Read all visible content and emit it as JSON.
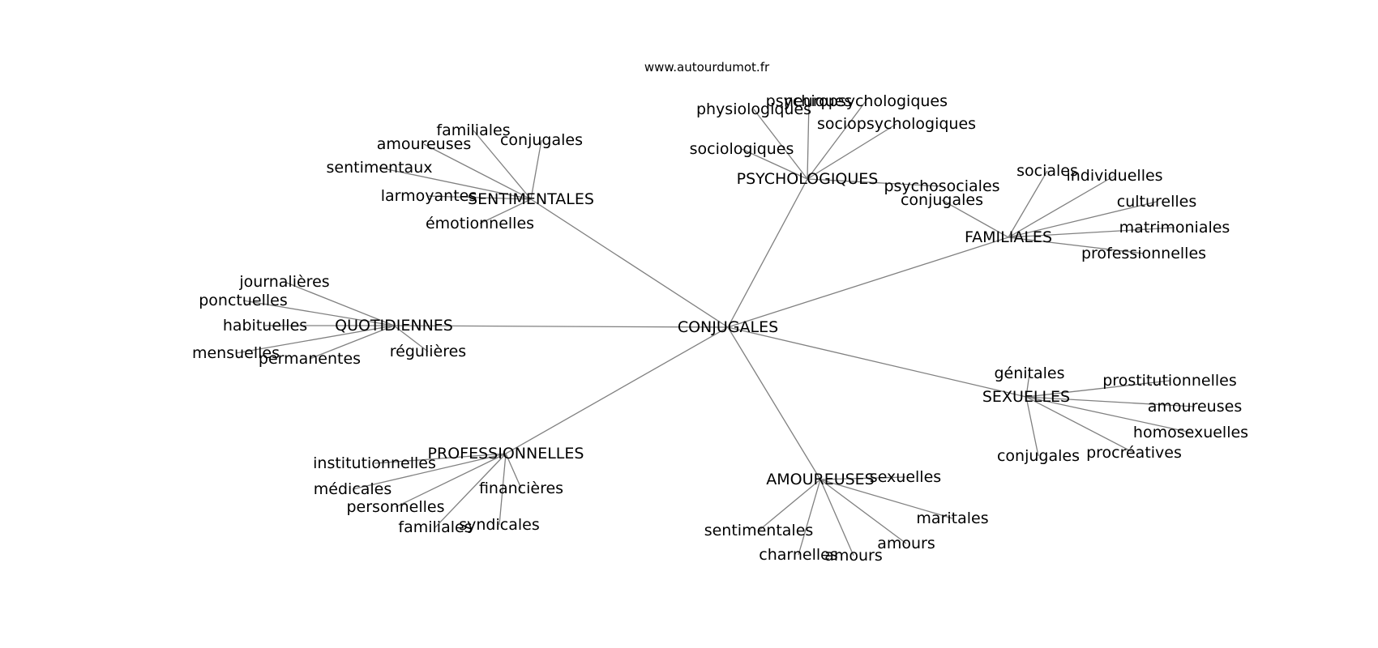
{
  "source": "www.autourdumot.fr",
  "root": "CONJUGALES",
  "groups": [
    {
      "label": "SENTIMENTALES",
      "leaves": [
        "familiales",
        "amoureuses",
        "conjugales",
        "sentimentaux",
        "larmoyantes",
        "émotionnelles"
      ]
    },
    {
      "label": "PSYCHOLOGIQUES",
      "leaves": [
        "physiologiques",
        "psychiques",
        "neuropsychologiques",
        "sociopsychologiques",
        "sociologiques",
        "psychosociales"
      ]
    },
    {
      "label": "FAMILIALES",
      "leaves": [
        "sociales",
        "individuelles",
        "culturelles",
        "matrimoniales",
        "professionnelles",
        "conjugales"
      ]
    },
    {
      "label": "QUOTIDIENNES",
      "leaves": [
        "journalières",
        "ponctuelles",
        "habituelles",
        "mensuelles",
        "permanentes",
        "régulières"
      ]
    },
    {
      "label": "SEXUELLES",
      "leaves": [
        "génitales",
        "prostitutionnelles",
        "amoureuses",
        "homosexuelles",
        "procréatives",
        "conjugales"
      ]
    },
    {
      "label": "PROFESSIONNELLES",
      "leaves": [
        "institutionnelles",
        "médicales",
        "personnelles",
        "familiales",
        "syndicales",
        "financières"
      ]
    },
    {
      "label": "AMOUREUSES",
      "leaves": [
        "sexuelles",
        "maritales",
        "amours",
        "amours",
        "charnelles",
        "sentimentales"
      ]
    }
  ]
}
